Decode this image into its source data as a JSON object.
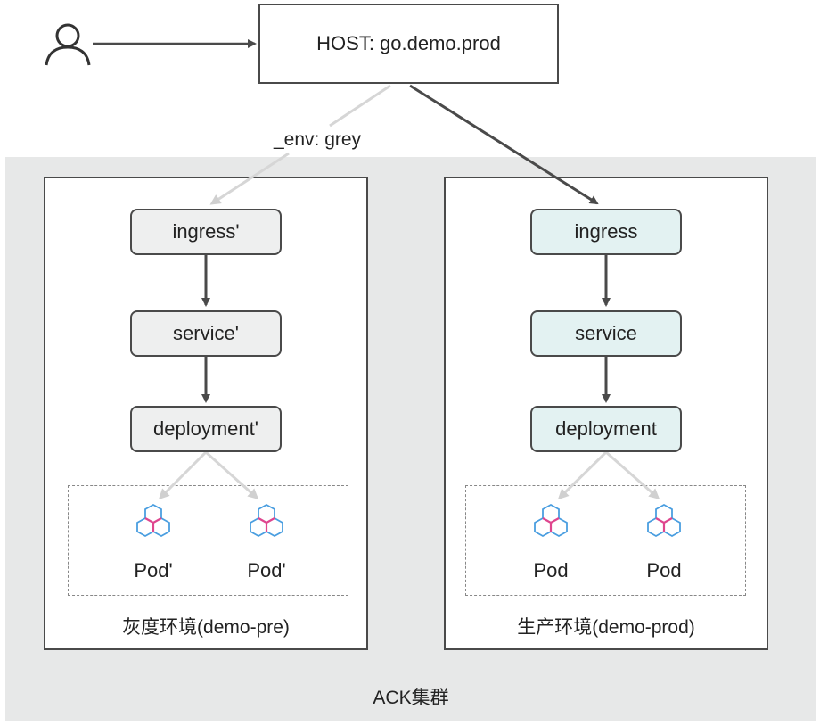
{
  "host": {
    "label": "HOST: go.demo.prod"
  },
  "route_label": "_env: grey",
  "cluster": {
    "label": "ACK集群"
  },
  "grey_env": {
    "title": "灰度环境(demo-pre)",
    "ingress": "ingress'",
    "service": "service'",
    "deployment": "deployment'",
    "pods": [
      "Pod'",
      "Pod'"
    ]
  },
  "prod_env": {
    "title": "生产环境(demo-prod)",
    "ingress": "ingress",
    "service": "service",
    "deployment": "deployment",
    "pods": [
      "Pod",
      "Pod"
    ]
  },
  "colors": {
    "grey_node_fill": "#eeefef",
    "prod_node_fill": "#e3f2f2",
    "cluster_fill": "#e7e8e8",
    "pod_icon_blue": "#4a9ee0",
    "pod_icon_pink": "#e0468e"
  },
  "icons": [
    "user-icon",
    "pod-hexagon-icon"
  ]
}
